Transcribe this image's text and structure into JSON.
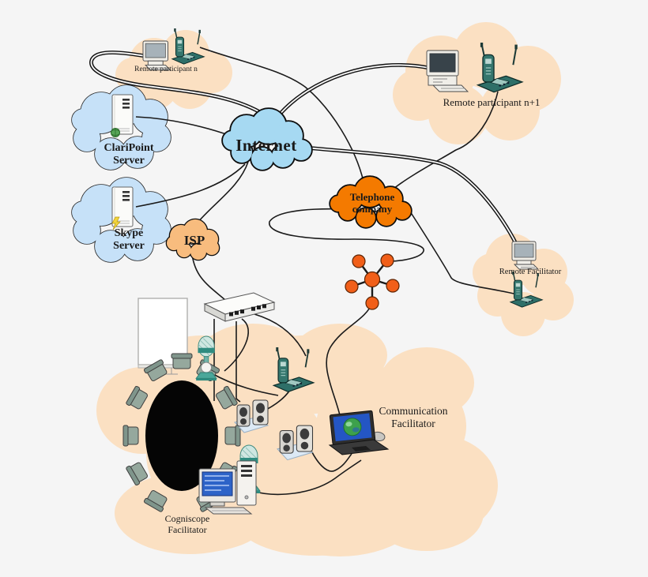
{
  "labels": {
    "internet": "Internet",
    "telephone_company_line1": "Telephone",
    "telephone_company_line2": "company",
    "isp": "ISP",
    "claripoint_line1": "ClariPoint",
    "claripoint_line2": "Server",
    "skype_line1": "Skype",
    "skype_line2": "Server",
    "remote_participant_n": "Remote participant n",
    "remote_participant_n1": "Remote participant n+1",
    "remote_facilitator": "Remote Facilitator",
    "communication_facilitator_line1": "Communication",
    "communication_facilitator_line2": "Facilitator",
    "cogniscope_facilitator_line1": "Cogniscope",
    "cogniscope_facilitator_line2": "Facilitator"
  },
  "colors": {
    "background": "#f5f5f5",
    "internet_cloud": "#a6d9f2",
    "telephone_company_cloud": "#f47a00",
    "isp_cloud": "#f8bc7e",
    "server_cloud": "#c6e1f8",
    "site_cloud": "#fbe0c2",
    "star_node": "#f15f19",
    "line": "#1a1a1a",
    "table": "#050505"
  },
  "diagram": {
    "nodes": [
      {
        "id": "internet",
        "label": "Internet"
      },
      {
        "id": "telephone-company",
        "label": "Telephone company"
      },
      {
        "id": "isp",
        "label": "ISP"
      },
      {
        "id": "claripoint-server",
        "label": "ClariPoint Server"
      },
      {
        "id": "skype-server",
        "label": "Skype Server"
      },
      {
        "id": "remote-participant-n",
        "label": "Remote participant n"
      },
      {
        "id": "remote-participant-n+1",
        "label": "Remote participant n+1"
      },
      {
        "id": "remote-facilitator",
        "label": "Remote Facilitator"
      },
      {
        "id": "communication-facilitator",
        "label": "Communication Facilitator"
      },
      {
        "id": "cogniscope-facilitator",
        "label": "Cogniscope Facilitator"
      },
      {
        "id": "star-hub",
        "label": "star network hub"
      },
      {
        "id": "network-switch",
        "label": "network switch"
      }
    ],
    "edges": [
      {
        "from": "remote-participant-n-computer",
        "to": "internet",
        "style": "double"
      },
      {
        "from": "internet",
        "to": "remote-participant-n+1-computer",
        "style": "double"
      },
      {
        "from": "internet",
        "to": "remote-facilitator-computer",
        "style": "double"
      },
      {
        "from": "remote-participant-n-phone",
        "to": "telephone-company",
        "style": "single"
      },
      {
        "from": "remote-participant-n+1-phone",
        "to": "telephone-company",
        "style": "single"
      },
      {
        "from": "telephone-company",
        "to": "remote-facilitator-phone",
        "style": "single"
      },
      {
        "from": "claripoint-server",
        "to": "internet",
        "style": "single"
      },
      {
        "from": "skype-server",
        "to": "internet",
        "style": "single"
      },
      {
        "from": "internet",
        "to": "isp",
        "style": "single"
      },
      {
        "from": "isp",
        "to": "network-switch",
        "style": "single"
      },
      {
        "from": "telephone-company",
        "to": "star-hub",
        "style": "single-loop"
      },
      {
        "from": "star-hub",
        "to": "facilitator-laptop",
        "style": "single"
      },
      {
        "from": "network-switch",
        "to": "conference-phone",
        "style": "single"
      },
      {
        "from": "network-switch",
        "to": "microphone-1",
        "style": "single"
      },
      {
        "from": "network-switch",
        "to": "speakers-a",
        "style": "single"
      },
      {
        "from": "conference-phone",
        "to": "speakers-a",
        "style": "single"
      },
      {
        "from": "speakers-b",
        "to": "facilitator-laptop",
        "style": "single"
      },
      {
        "from": "microphone-2",
        "to": "facilitator-laptop",
        "style": "single"
      }
    ]
  }
}
